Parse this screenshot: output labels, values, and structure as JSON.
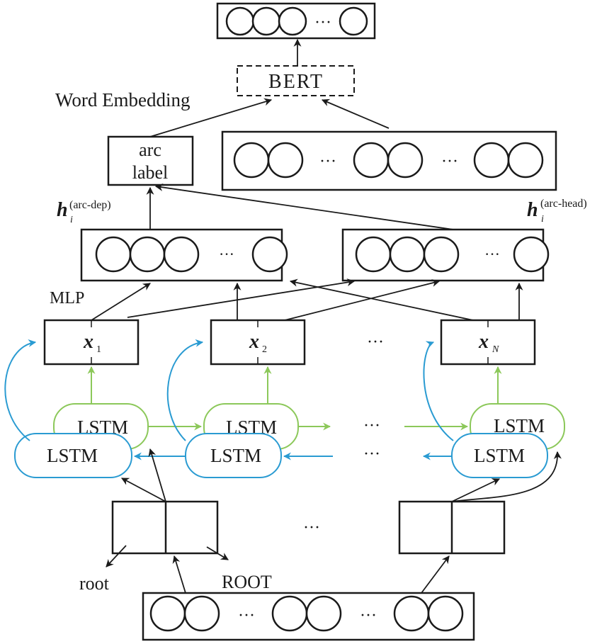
{
  "labels": {
    "bert": "BERT",
    "word_embedding": "Word Embedding",
    "arc": "arc",
    "label": "label",
    "mlp": "MLP",
    "ellipsis": "···",
    "lstm": "LSTM",
    "root": "root",
    "ROOT": "ROOT",
    "h": "h",
    "h_sub": "i",
    "h_dep_sup": "(arc-dep)",
    "h_head_sup": "(arc-head)",
    "x": "x",
    "x1_sub": "1",
    "x2_sub": "2",
    "xN_sub": "N"
  },
  "colors": {
    "forward_lstm": "#8cc85a",
    "backward_lstm": "#2a9bd2",
    "ink": "#1a1a1a"
  }
}
